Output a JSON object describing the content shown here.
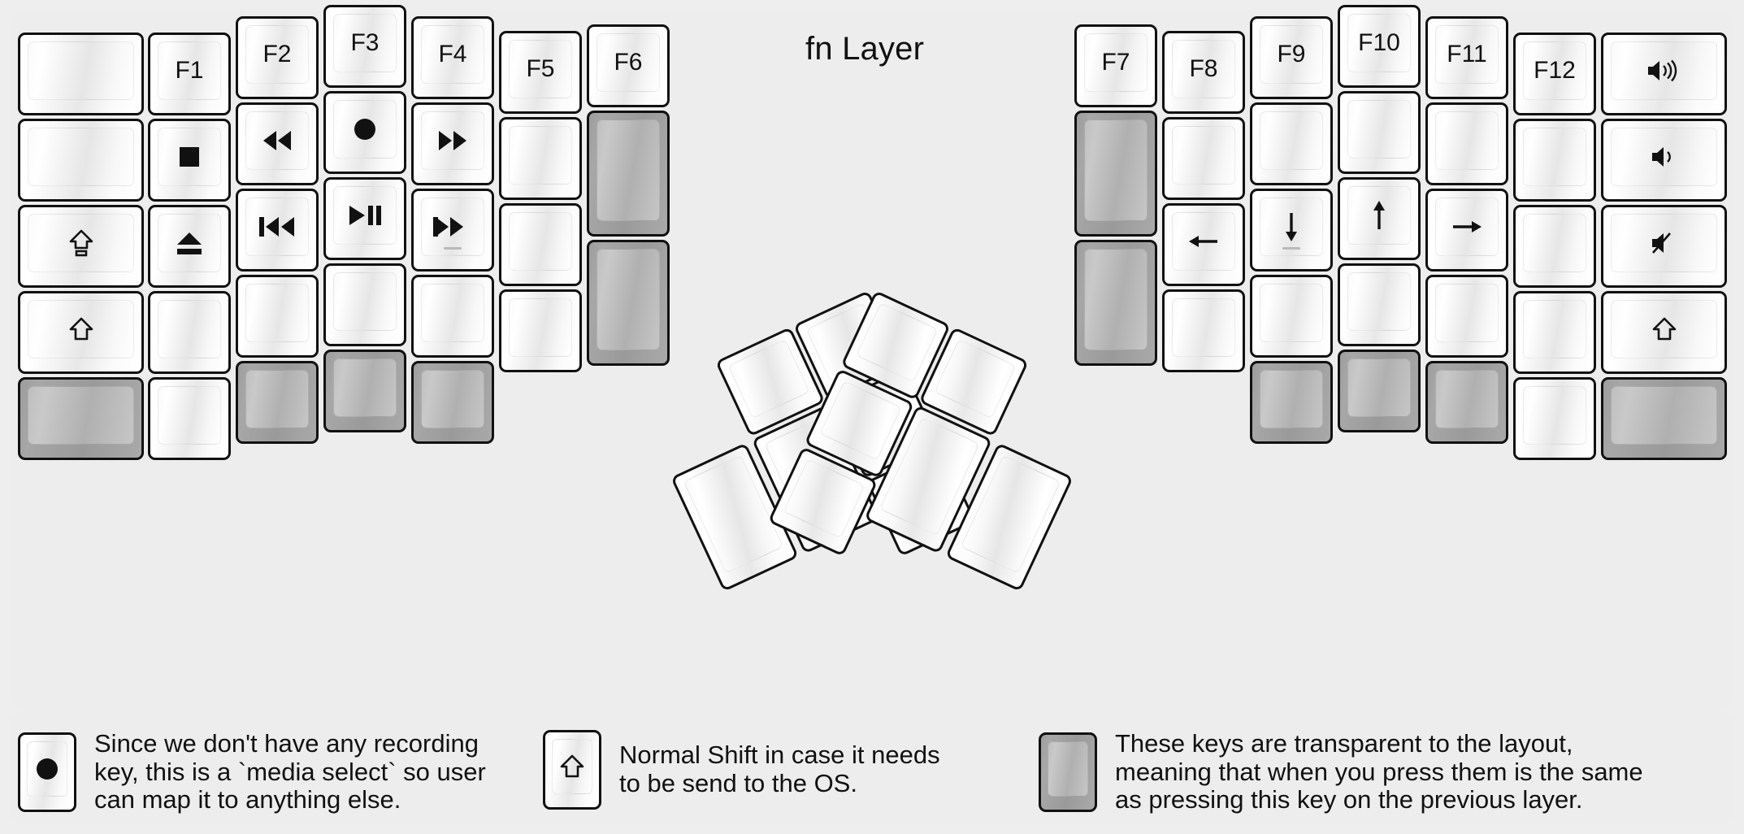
{
  "page": {
    "title": "fn Layer",
    "background": "#eeeeee",
    "panel_color": "#ededed"
  },
  "keyboard": {
    "type": "split-ergonomic-columnar",
    "halves": [
      "left",
      "right"
    ],
    "transparent_key_color": "#a8a8a8",
    "normal_key_color": "#ffffff"
  },
  "left_half": {
    "columns": [
      {
        "name": "pinky-outer",
        "width_u": 1.5,
        "keys": [
          {
            "label": "",
            "icon": "",
            "state": "normal"
          },
          {
            "label": "",
            "icon": "",
            "state": "normal"
          },
          {
            "label": "",
            "icon": "caps-lock-icon",
            "state": "normal"
          },
          {
            "label": "",
            "icon": "shift-icon",
            "state": "normal"
          },
          {
            "label": "",
            "icon": "",
            "state": "transparent"
          }
        ]
      },
      {
        "name": "pinky",
        "width_u": 1,
        "keys": [
          {
            "label": "F1",
            "icon": "",
            "state": "normal"
          },
          {
            "label": "",
            "icon": "media-stop-icon",
            "state": "normal"
          },
          {
            "label": "",
            "icon": "media-eject-icon",
            "state": "normal"
          },
          {
            "label": "",
            "icon": "",
            "state": "normal"
          },
          {
            "label": "",
            "icon": "",
            "state": "normal"
          }
        ]
      },
      {
        "name": "ring",
        "width_u": 1,
        "keys": [
          {
            "label": "F2",
            "icon": "",
            "state": "normal"
          },
          {
            "label": "",
            "icon": "media-rewind-icon",
            "state": "normal"
          },
          {
            "label": "",
            "icon": "media-previous-icon",
            "state": "normal"
          },
          {
            "label": "",
            "icon": "",
            "state": "normal"
          },
          {
            "label": "",
            "icon": "",
            "state": "transparent"
          }
        ]
      },
      {
        "name": "middle",
        "width_u": 1,
        "keys": [
          {
            "label": "F3",
            "icon": "",
            "state": "normal"
          },
          {
            "label": "",
            "icon": "media-record-icon",
            "state": "normal"
          },
          {
            "label": "",
            "icon": "media-play-pause-icon",
            "state": "normal"
          },
          {
            "label": "",
            "icon": "",
            "state": "normal"
          },
          {
            "label": "",
            "icon": "",
            "state": "transparent"
          }
        ]
      },
      {
        "name": "index",
        "width_u": 1,
        "keys": [
          {
            "label": "F4",
            "icon": "",
            "state": "normal"
          },
          {
            "label": "",
            "icon": "media-fast-forward-icon",
            "state": "normal"
          },
          {
            "label": "",
            "icon": "media-next-icon",
            "state": "normal",
            "homing_bar": true
          },
          {
            "label": "",
            "icon": "",
            "state": "normal"
          },
          {
            "label": "",
            "icon": "",
            "state": "transparent"
          }
        ]
      },
      {
        "name": "index-inner",
        "width_u": 1,
        "keys": [
          {
            "label": "F5",
            "icon": "",
            "state": "normal"
          },
          {
            "label": "",
            "icon": "",
            "state": "normal"
          },
          {
            "label": "",
            "icon": "",
            "state": "normal"
          },
          {
            "label": "",
            "icon": "",
            "state": "normal"
          }
        ]
      },
      {
        "name": "extra-inner",
        "width_u": 1,
        "keys": [
          {
            "label": "F6",
            "icon": "",
            "state": "normal"
          },
          {
            "label": "",
            "icon": "",
            "state": "transparent",
            "height_u": 1.5
          },
          {
            "label": "",
            "icon": "",
            "state": "transparent",
            "height_u": 1.5
          }
        ]
      }
    ]
  },
  "right_half": {
    "columns": [
      {
        "name": "extra-inner",
        "width_u": 1,
        "keys": [
          {
            "label": "F7",
            "icon": "",
            "state": "normal"
          },
          {
            "label": "",
            "icon": "",
            "state": "transparent",
            "height_u": 1.5
          },
          {
            "label": "",
            "icon": "",
            "state": "transparent",
            "height_u": 1.5
          }
        ]
      },
      {
        "name": "index-inner",
        "width_u": 1,
        "keys": [
          {
            "label": "F8",
            "icon": "",
            "state": "normal"
          },
          {
            "label": "",
            "icon": "",
            "state": "normal"
          },
          {
            "label": "",
            "icon": "arrow-left-icon",
            "state": "normal"
          },
          {
            "label": "",
            "icon": "",
            "state": "normal"
          }
        ]
      },
      {
        "name": "index",
        "width_u": 1,
        "keys": [
          {
            "label": "F9",
            "icon": "",
            "state": "normal"
          },
          {
            "label": "",
            "icon": "",
            "state": "normal"
          },
          {
            "label": "",
            "icon": "arrow-down-icon",
            "state": "normal",
            "homing_bar": true
          },
          {
            "label": "",
            "icon": "",
            "state": "normal"
          },
          {
            "label": "",
            "icon": "",
            "state": "transparent"
          }
        ]
      },
      {
        "name": "middle",
        "width_u": 1,
        "keys": [
          {
            "label": "F10",
            "icon": "",
            "state": "normal"
          },
          {
            "label": "",
            "icon": "",
            "state": "normal"
          },
          {
            "label": "",
            "icon": "arrow-up-icon",
            "state": "normal"
          },
          {
            "label": "",
            "icon": "",
            "state": "normal"
          },
          {
            "label": "",
            "icon": "",
            "state": "transparent"
          }
        ]
      },
      {
        "name": "ring",
        "width_u": 1,
        "keys": [
          {
            "label": "F11",
            "icon": "",
            "state": "normal"
          },
          {
            "label": "",
            "icon": "",
            "state": "normal"
          },
          {
            "label": "",
            "icon": "arrow-right-icon",
            "state": "normal"
          },
          {
            "label": "",
            "icon": "",
            "state": "normal"
          },
          {
            "label": "",
            "icon": "",
            "state": "transparent"
          }
        ]
      },
      {
        "name": "pinky",
        "width_u": 1,
        "keys": [
          {
            "label": "F12",
            "icon": "",
            "state": "normal"
          },
          {
            "label": "",
            "icon": "",
            "state": "normal"
          },
          {
            "label": "",
            "icon": "",
            "state": "normal"
          },
          {
            "label": "",
            "icon": "",
            "state": "normal"
          },
          {
            "label": "",
            "icon": "",
            "state": "normal"
          }
        ]
      },
      {
        "name": "pinky-outer",
        "width_u": 1.5,
        "keys": [
          {
            "label": "",
            "icon": "volume-up-icon",
            "state": "normal"
          },
          {
            "label": "",
            "icon": "volume-down-icon",
            "state": "normal"
          },
          {
            "label": "",
            "icon": "volume-mute-icon",
            "state": "normal"
          },
          {
            "label": "",
            "icon": "shift-icon",
            "state": "normal"
          },
          {
            "label": "",
            "icon": "",
            "state": "transparent"
          }
        ]
      }
    ]
  },
  "left_thumb_cluster": {
    "rotation_deg": -25,
    "keys": [
      {
        "label": "",
        "icon": "",
        "state": "normal",
        "size": "1u"
      },
      {
        "label": "",
        "icon": "",
        "state": "normal",
        "size": "1u"
      },
      {
        "label": "",
        "icon": "",
        "state": "normal",
        "size": "1u"
      },
      {
        "label": "",
        "icon": "",
        "state": "normal",
        "size": "1u"
      },
      {
        "label": "",
        "icon": "",
        "state": "normal",
        "size": "1.5u-tall"
      },
      {
        "label": "",
        "icon": "",
        "state": "normal",
        "size": "1.5u-tall"
      }
    ]
  },
  "right_thumb_cluster": {
    "rotation_deg": 25,
    "keys": [
      {
        "label": "",
        "icon": "",
        "state": "normal",
        "size": "1u"
      },
      {
        "label": "",
        "icon": "",
        "state": "normal",
        "size": "1u"
      },
      {
        "label": "",
        "icon": "",
        "state": "normal",
        "size": "1u"
      },
      {
        "label": "",
        "icon": "",
        "state": "normal",
        "size": "1u"
      },
      {
        "label": "",
        "icon": "",
        "state": "normal",
        "size": "1.5u-tall"
      },
      {
        "label": "",
        "icon": "",
        "state": "normal",
        "size": "1.5u-tall"
      }
    ]
  },
  "legend": {
    "items": [
      {
        "key_icon": "media-record-icon",
        "key_state": "normal",
        "text": "Since we don't have any recording\nkey, this is a `media select` so user\ncan map it to anything else."
      },
      {
        "key_icon": "shift-icon",
        "key_state": "normal",
        "text": "Normal Shift in case it needs\nto be send to the OS."
      },
      {
        "key_icon": "",
        "key_state": "transparent",
        "text": "These keys are transparent to the layout,\nmeaning that when you press them is the same\nas pressing this key on the previous layer."
      }
    ]
  }
}
